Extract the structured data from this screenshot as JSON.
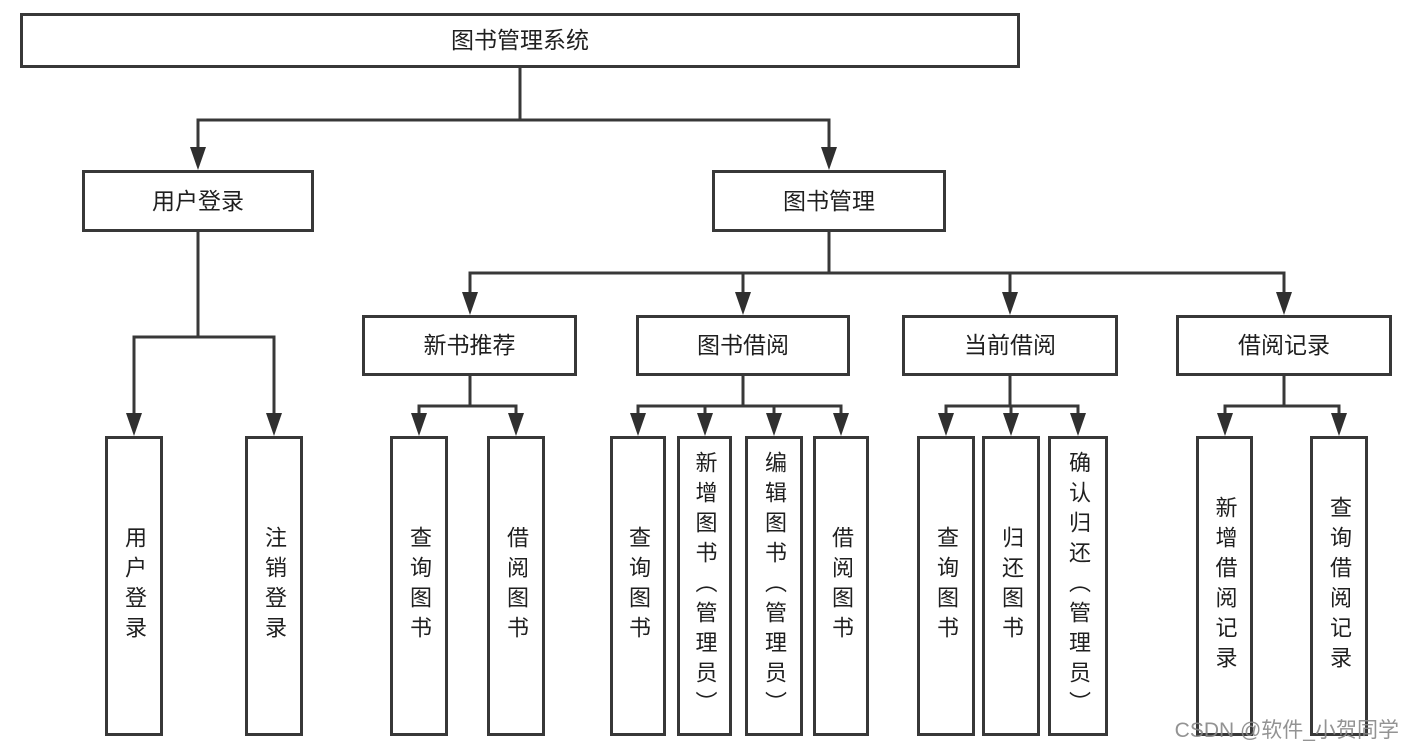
{
  "diagram": {
    "root": {
      "label": "图书管理系统"
    },
    "branches": {
      "user_login": {
        "label": "用户登录",
        "children": {
          "login": {
            "label": "用户登录"
          },
          "logout": {
            "label": "注销登录"
          }
        }
      },
      "book_management": {
        "label": "图书管理",
        "children": {
          "new_book_recommend": {
            "label": "新书推荐",
            "children": {
              "query_books": {
                "label": "查询图书"
              },
              "borrow_books": {
                "label": "借阅图书"
              }
            }
          },
          "book_borrowing": {
            "label": "图书借阅",
            "children": {
              "query_books": {
                "label": "查询图书"
              },
              "add_books": {
                "label": "新增图书（管理员）"
              },
              "edit_books": {
                "label": "编辑图书（管理员）"
              },
              "borrow_books": {
                "label": "借阅图书"
              }
            }
          },
          "current_borrowing": {
            "label": "当前借阅",
            "children": {
              "query_books": {
                "label": "查询图书"
              },
              "return_books": {
                "label": "归还图书"
              },
              "confirm_return": {
                "label": "确认归还（管理员）"
              }
            }
          },
          "borrowing_records": {
            "label": "借阅记录",
            "children": {
              "add_record": {
                "label": "新增借阅记录"
              },
              "query_record": {
                "label": "查询借阅记录"
              }
            }
          }
        }
      }
    }
  },
  "watermark": {
    "text": "CSDN @软件_小贺同学"
  },
  "colors": {
    "box_border": "#383838",
    "connector_line": "#383838",
    "arrowhead": "#2f2f2f",
    "text": "#1f1f1f",
    "background": "#ffffff",
    "watermark": "#878787"
  }
}
